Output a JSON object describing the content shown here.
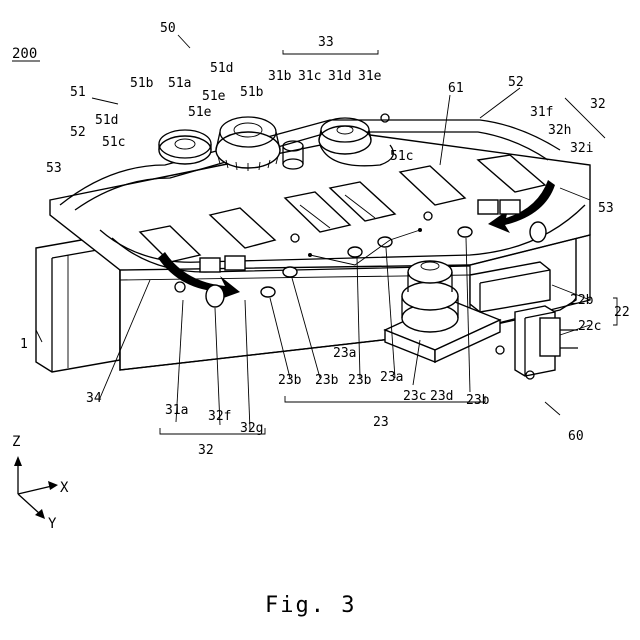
{
  "figure": {
    "reference_number": "200",
    "caption": "Fig. 3"
  },
  "axes": {
    "z": "Z",
    "x": "X",
    "y": "Y"
  },
  "labels": {
    "l50": "50",
    "l33": "33",
    "l51": "51",
    "l51b_l": "51b",
    "l51a": "51a",
    "l51d_top": "51d",
    "l51e_top": "51e",
    "l51b_r": "51b",
    "l31b": "31b",
    "l31c": "31c",
    "l31d": "31d",
    "l31e": "31e",
    "l61": "61",
    "l52_r": "52",
    "l32_r": "32",
    "l51d_l": "51d",
    "l51e_mid": "51e",
    "l52_l": "52",
    "l51c_l": "51c",
    "l53_l": "53",
    "l31f": "31f",
    "l32h": "32h",
    "l51c_r": "51c",
    "l32i": "32i",
    "l53_r": "53",
    "l22b": "22b",
    "l22": "22",
    "l22c": "22c",
    "l1": "1",
    "l23a_1": "23a",
    "l23a_2": "23a",
    "l34": "34",
    "l31a": "31a",
    "l32f": "32f",
    "l23b_1": "23b",
    "l23b_2": "23b",
    "l23b_3": "23b",
    "l23c": "23c",
    "l23d": "23d",
    "l23b_4": "23b",
    "l32g": "32g",
    "l23": "23",
    "l32_b": "32",
    "l60": "60"
  }
}
